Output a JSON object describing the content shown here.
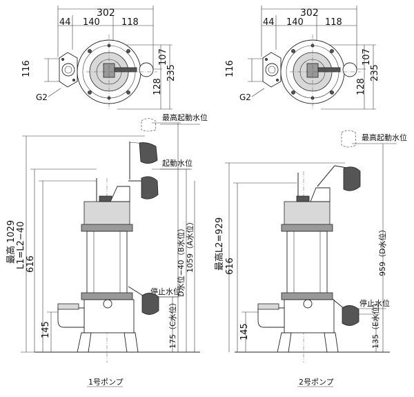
{
  "pump1": {
    "top_dims": {
      "overall": "302",
      "left": "44",
      "mid": "140",
      "right": "118",
      "h1": "116",
      "h2": "107",
      "h3": "128",
      "h4": "235",
      "outlet": "G2"
    },
    "max_height_label": "最高 1029",
    "length_label": "L1=L2−40",
    "height_616": "616",
    "height_145": "145",
    "max_start_level": "最高起動水位",
    "start_level": "起動水位",
    "stop_level": "停止水位",
    "d_level": "D水位−40（B水位）",
    "a_level": "1059（A水位）",
    "c_level": "175（C水位）",
    "caption": "1号ポンプ"
  },
  "pump2": {
    "top_dims": {
      "overall": "302",
      "left": "44",
      "mid": "140",
      "right": "118",
      "h1": "116",
      "h2": "107",
      "h3": "128",
      "h4": "235",
      "outlet": "G2"
    },
    "max_height_label": "最高L2=929",
    "height_616": "616",
    "height_145": "145",
    "max_start_level": "最高起動水位",
    "stop_level": "停止水位",
    "d_level": "959（D水位）",
    "e_level": "135（E水位）",
    "caption": "2号ポンプ"
  },
  "colors": {
    "line": "#222222",
    "fill_light": "#f4f4f4",
    "fill_dark": "#555555"
  }
}
